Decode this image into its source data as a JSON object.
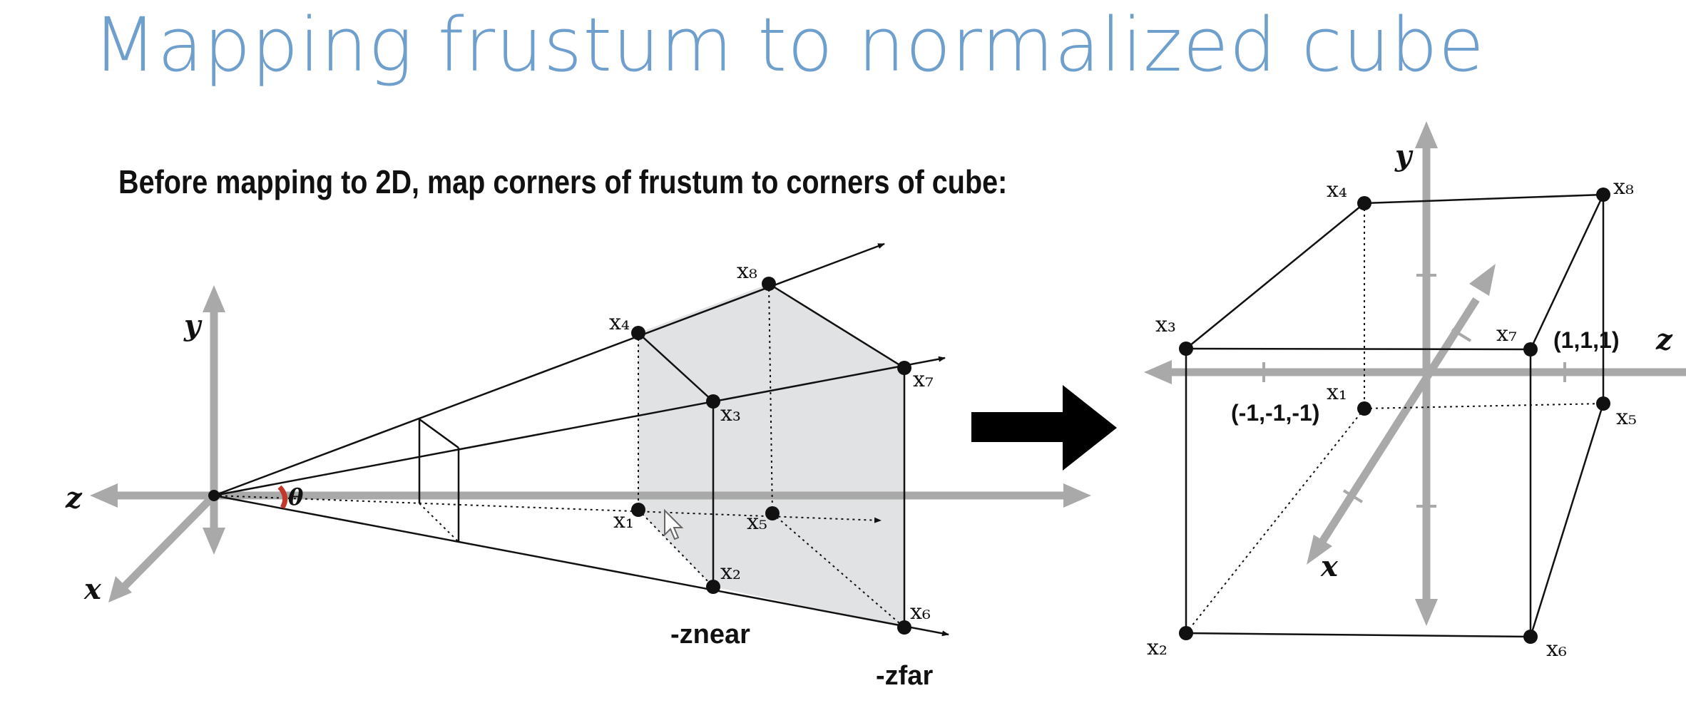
{
  "title": "Mapping frustum to normalized cube",
  "subtitle": "Before mapping to 2D, map corners of frustum to corners of cube:",
  "frustum": {
    "axes": {
      "y": "y",
      "z": "z",
      "x": "x"
    },
    "angle_symbol": "θ",
    "vertices": {
      "x1": "x₁",
      "x2": "x₂",
      "x3": "x₃",
      "x4": "x₄",
      "x5": "x₅",
      "x6": "x₆",
      "x7": "x₇",
      "x8": "x₈"
    },
    "plane_labels": {
      "near": "-znear",
      "far": "-zfar"
    }
  },
  "cube": {
    "axes": {
      "y": "y",
      "z": "z",
      "x": "x"
    },
    "vertices": {
      "x1": "x₁",
      "x2": "x₂",
      "x3": "x₃",
      "x4": "x₄",
      "x5": "x₅",
      "x6": "x₆",
      "x7": "x₇",
      "x8": "x₈"
    },
    "corner_labels": {
      "min": "(-1,-1,-1)",
      "max": "(1,1,1)"
    }
  },
  "colors": {
    "title": "#6f9fcd",
    "axis": "#a9a9a9",
    "shade": "#e1e2e4",
    "angle": "#c0392b"
  }
}
